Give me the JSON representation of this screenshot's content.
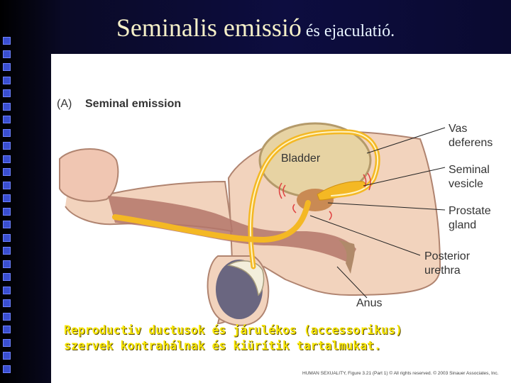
{
  "slide": {
    "title_main": "Seminalis emissió",
    "title_rest": " és ejaculatió."
  },
  "figure": {
    "panel_label": "(A)",
    "panel_title": "Seminal emission",
    "organ_labels": {
      "bladder": "Bladder",
      "vas_deferens": "Vas\ndeferens",
      "seminal_vesicle": "Seminal\nvesicle",
      "prostate_gland": "Prostate\ngland",
      "posterior_urethra": "Posterior\nurethra",
      "anus": "Anus"
    },
    "credit": "HUMAN SEXUALITY, Figure 3.21 (Part 1)  © All rights reserved. © 2003 Sinauer Associates, Inc."
  },
  "caption": "Reproductiv ductusok és járulékos (accessorikus)\nszervek kontrahálnak és kiürítik tartalmukat.",
  "colors": {
    "title": "#f5f0c8",
    "caption": "#f7e600",
    "skin": "#f2d3bd",
    "bladder": "#e7d3a3",
    "duct": "#f4b824",
    "testis": "#6a6680"
  }
}
